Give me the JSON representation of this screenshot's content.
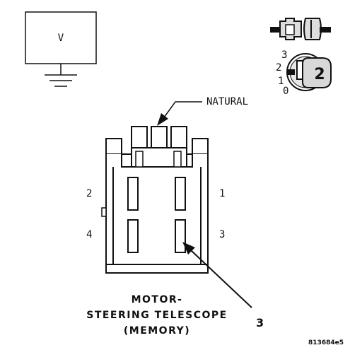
{
  "meter": {
    "symbol": "V"
  },
  "connector_icon": {},
  "ignition_icon": {
    "positions": [
      "3",
      "2",
      "1",
      "0"
    ],
    "selected_position": "2"
  },
  "connector": {
    "natural_label": "NATURAL",
    "pins": {
      "top_left": "2",
      "top_right": "1",
      "bottom_left": "4",
      "bottom_right": "3"
    }
  },
  "callout_number": "3",
  "title_lines": [
    "MOTOR-",
    "STEERING TELESCOPE",
    "(MEMORY)"
  ],
  "figure_id": "813684e5"
}
